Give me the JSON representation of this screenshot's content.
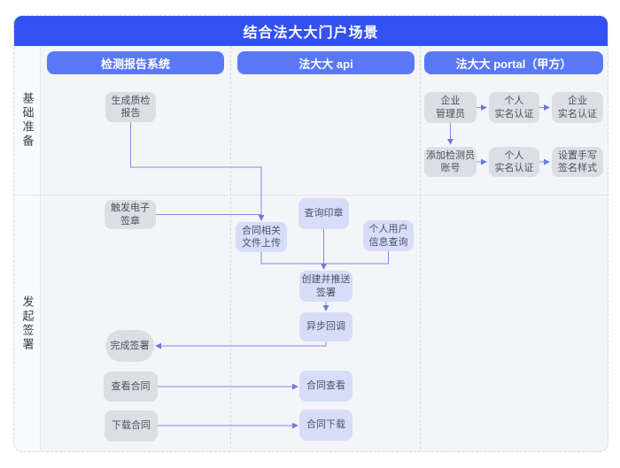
{
  "title": "结合法大大门户场景",
  "lanes": {
    "rows": [
      {
        "label": "基础准备"
      },
      {
        "label": "发起签署"
      }
    ],
    "columns": [
      {
        "label": "检测报告系统"
      },
      {
        "label": "法大大 api"
      },
      {
        "label": "法大大 portal（甲方）"
      }
    ]
  },
  "nodes": {
    "generate_report": {
      "label": "生成质检\n报告"
    },
    "trigger_esign": {
      "label": "触发电子\n签章"
    },
    "complete_sign": {
      "label": "完成签署"
    },
    "view_contract": {
      "label": "查看合同"
    },
    "download_contract": {
      "label": "下载合同"
    },
    "upload_files": {
      "label": "合同相关\n文件上传"
    },
    "query_seal": {
      "label": "查询印章"
    },
    "query_user_info": {
      "label": "个人用户\n信息查询"
    },
    "create_push_sign": {
      "label": "创建并推送\n签署"
    },
    "async_callback": {
      "label": "异步回调"
    },
    "contract_view": {
      "label": "合同查看"
    },
    "contract_download": {
      "label": "合同下载"
    },
    "enterprise_admin": {
      "label": "企业\n管理员"
    },
    "personal_auth_1": {
      "label": "个人\n实名认证"
    },
    "enterprise_auth": {
      "label": "企业\n实名认证"
    },
    "add_inspector": {
      "label": "添加检测员\n账号"
    },
    "personal_auth_2": {
      "label": "个人\n实名认证"
    },
    "handwrite_style": {
      "label": "设置手写\n签名样式"
    }
  },
  "edges": [
    {
      "from": "generate_report",
      "to": "upload_files"
    },
    {
      "from": "trigger_esign",
      "to": "upload_files"
    },
    {
      "from": "query_seal",
      "to": "create_push_sign"
    },
    {
      "from": "upload_files",
      "to": "create_push_sign"
    },
    {
      "from": "query_user_info",
      "to": "create_push_sign"
    },
    {
      "from": "create_push_sign",
      "to": "async_callback"
    },
    {
      "from": "async_callback",
      "to": "complete_sign"
    },
    {
      "from": "view_contract",
      "to": "contract_view"
    },
    {
      "from": "download_contract",
      "to": "contract_download"
    },
    {
      "from": "enterprise_admin",
      "to": "personal_auth_1"
    },
    {
      "from": "personal_auth_1",
      "to": "enterprise_auth"
    },
    {
      "from": "enterprise_admin",
      "to": "add_inspector"
    },
    {
      "from": "add_inspector",
      "to": "personal_auth_2"
    },
    {
      "from": "personal_auth_2",
      "to": "handwrite_style"
    }
  ],
  "colors": {
    "banner": "#3351f0",
    "column_header": "#5a78f6",
    "gray_node": "#dcdee3",
    "purple_node": "#d7dcf9",
    "connector": "#7e8ce4",
    "background": "#f4f5f8"
  }
}
